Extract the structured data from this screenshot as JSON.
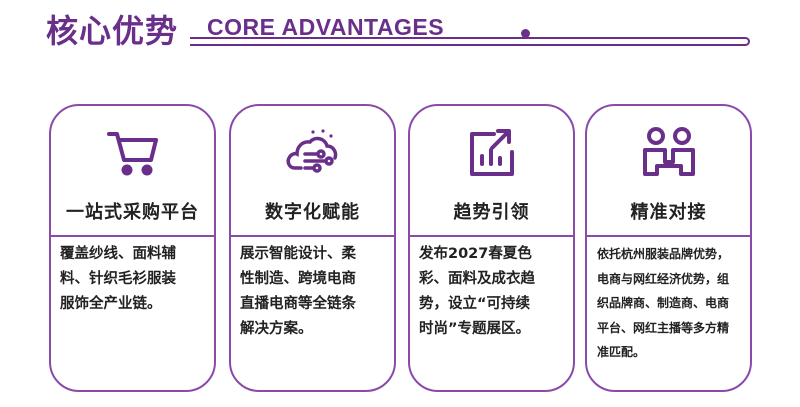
{
  "header": {
    "title_cn": "核心优势",
    "title_en": "CORE ADVANTAGES"
  },
  "colors": {
    "accent": "#6a2f8a",
    "border": "#8a4aa8",
    "text": "#222222"
  },
  "cards": [
    {
      "icon": "shopping-cart-icon",
      "title": "一站式采购平台",
      "desc": "覆盖纱线、面料辅\n料、针织毛衫服装\n服饰全产业链。"
    },
    {
      "icon": "cloud-network-icon",
      "title": "数字化赋能",
      "desc": "展示智能设计、柔\n性制造、跨境电商\n直播电商等全链条\n解决方案。"
    },
    {
      "icon": "trend-chart-icon",
      "title": "趋势引领",
      "desc": "发布2027春夏色\n彩、面料及成衣趋\n势，设立“可持续\n时尚”专题展区。"
    },
    {
      "icon": "people-connect-icon",
      "title": "精准对接",
      "desc": "依托杭州服装品牌优势，\n电商与网红经济优势，组\n织品牌商、制造商、电商\n平台、网红主播等多方精\n准匹配。"
    }
  ]
}
